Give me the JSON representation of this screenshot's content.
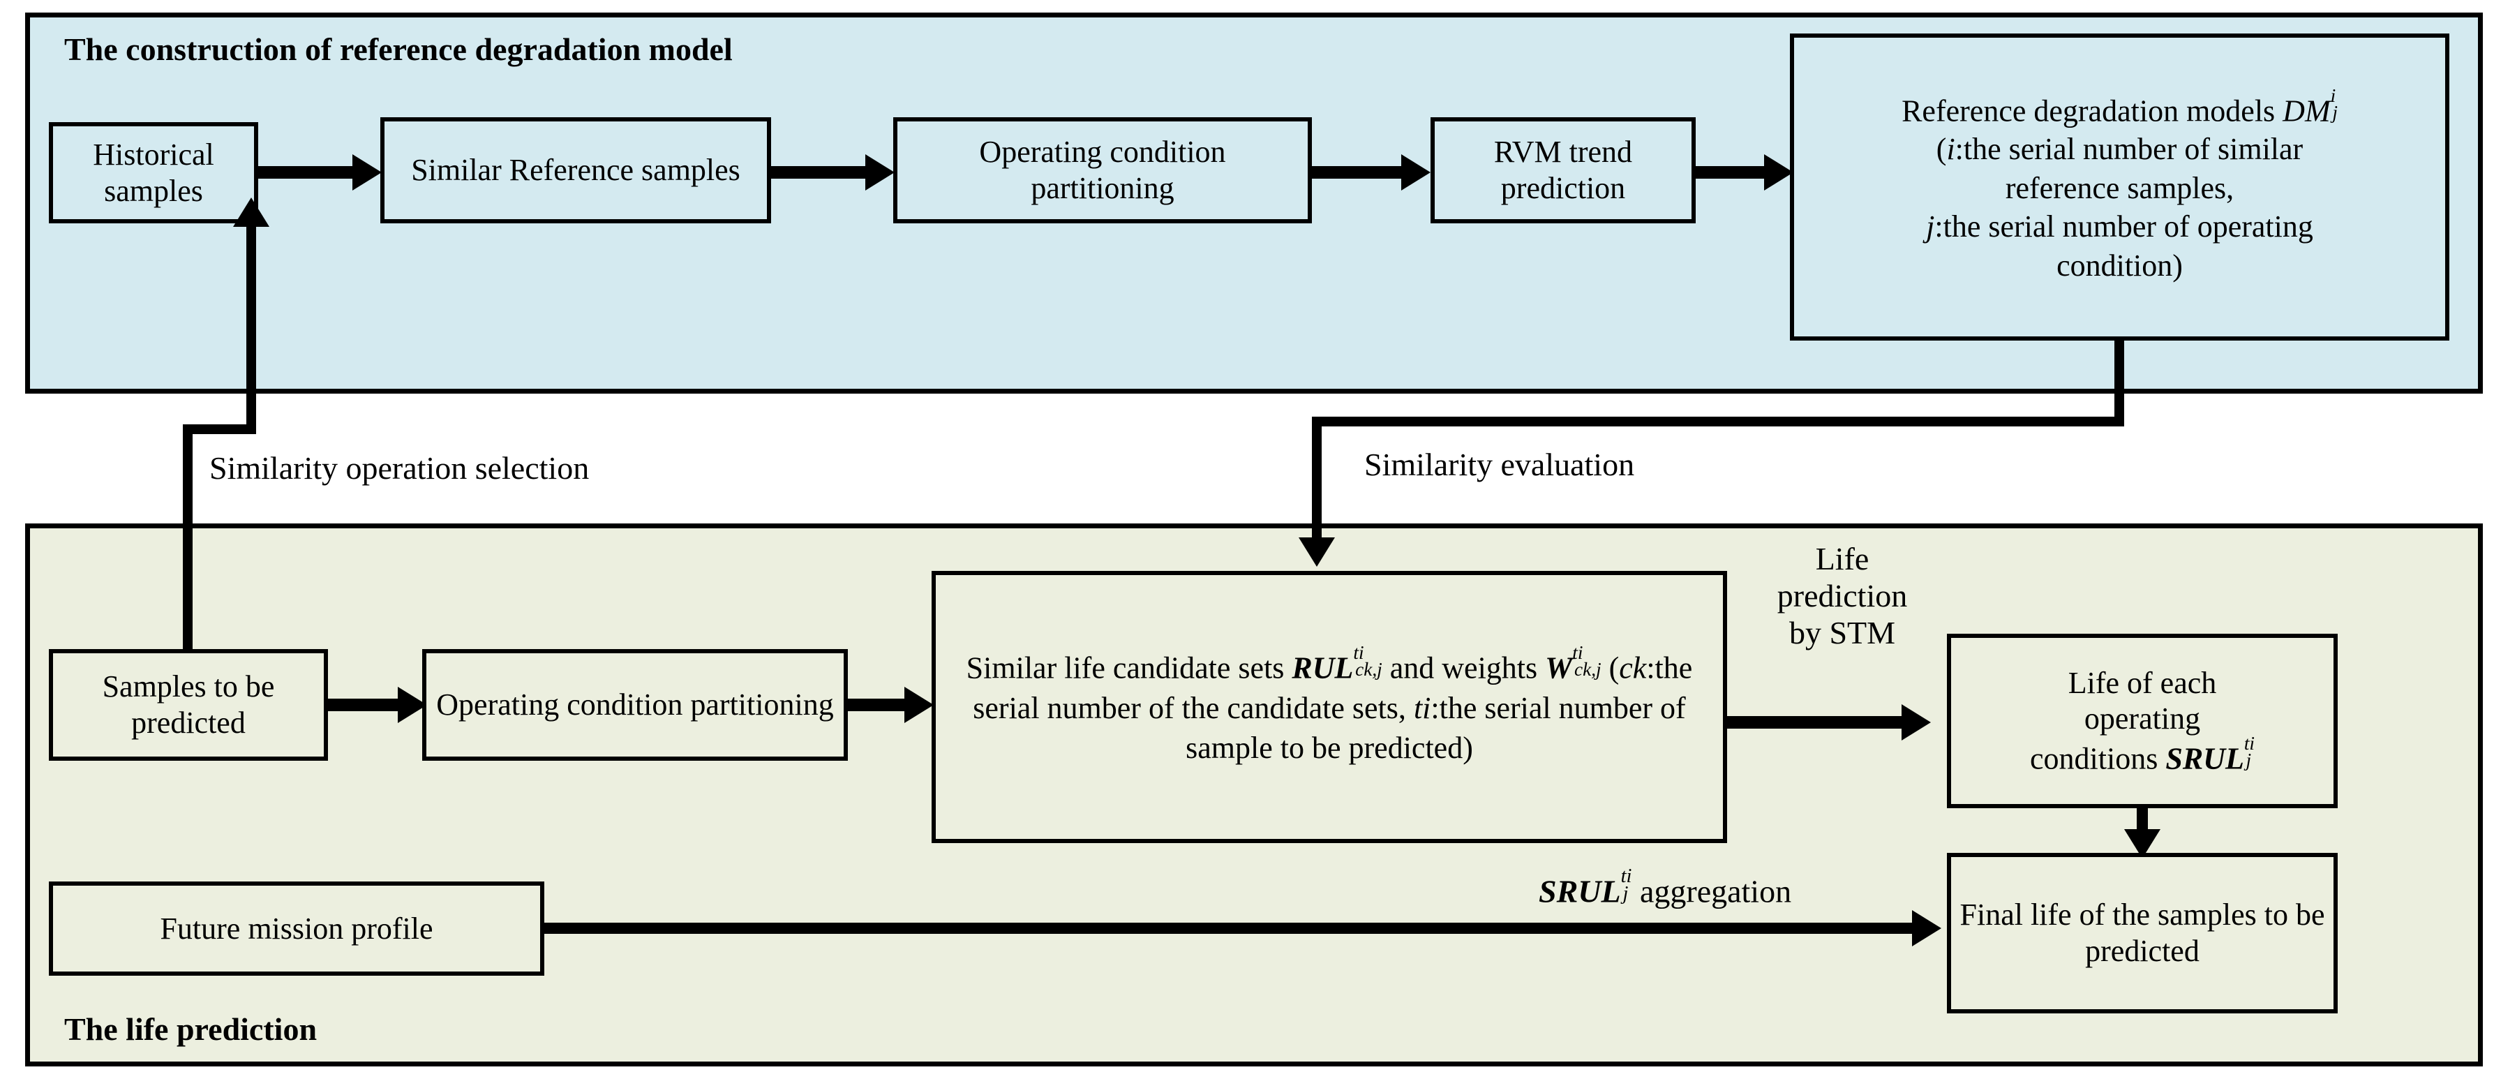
{
  "diagram": {
    "title_top": "The construction of reference degradation model",
    "title_bottom": "The life prediction",
    "colors": {
      "panel_top_bg": "#d4eaf0",
      "panel_bottom_bg": "#ecefdf",
      "stroke": "#000000"
    }
  },
  "top_section": {
    "boxes": {
      "historical_samples": "Historical samples",
      "similar_reference_samples": "Similar Reference samples",
      "operating_condition_partitioning": "Operating condition partitioning",
      "rvm_trend_prediction": "RVM trend prediction",
      "reference_degradation_models": {
        "line1_prefix": "Reference degradation models ",
        "line1_symbol_base": "DM",
        "line1_symbol_sup": "i",
        "line1_symbol_sub": "j",
        "line2": "(",
        "line2_italic": "i",
        "line2_rest": ":the serial number of similar",
        "line3": "reference samples,",
        "line4_italic": "j",
        "line4_rest": ":the serial number of operating",
        "line5": "condition)"
      }
    }
  },
  "connector_labels": {
    "similarity_operation_selection": "Similarity operation selection",
    "similarity_evaluation": "Similarity evaluation",
    "life_prediction_by_stm_line1": "Life",
    "life_prediction_by_stm_line2": "prediction",
    "life_prediction_by_stm_line3": "by STM",
    "srul_aggregation_base": "SRUL",
    "srul_aggregation_sup": "ti",
    "srul_aggregation_sub": "j",
    "srul_aggregation_rest": " aggregation"
  },
  "bottom_section": {
    "boxes": {
      "samples_to_be_predicted": "Samples to be predicted",
      "operating_condition_partitioning": "Operating condition partitioning",
      "similar_life_candidate_sets": {
        "part1": "Similar life candidate sets ",
        "sym1_base": "RUL",
        "sym1_sup": "ti",
        "sym1_sub": "ck,j",
        "part2": " and weights ",
        "sym2_base": "W",
        "sym2_sup": "ti",
        "sym2_sub": "ck,j",
        "part3": " (",
        "italic1": "ck",
        "part4": ":the serial number of the candidate sets, ",
        "italic2": "ti",
        "part5": ":the serial number of sample to be predicted)"
      },
      "life_of_each_operating_conditions": {
        "line1": "Life of each",
        "line2": "operating",
        "line3_prefix": "conditions ",
        "sym_base": "SRUL",
        "sym_sup": "ti",
        "sym_sub": "j"
      },
      "final_life": "Final life of the samples to be predicted",
      "future_mission_profile": "Future mission profile"
    }
  }
}
